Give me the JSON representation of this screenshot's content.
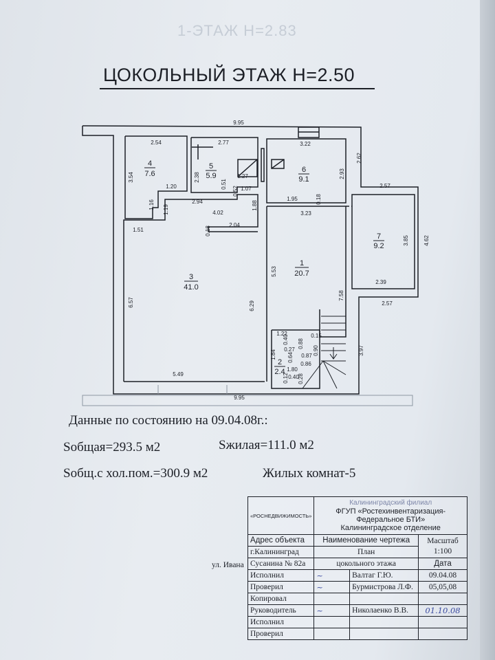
{
  "ghost_heading": "1-ЭТАЖ Н=2.83",
  "title": "ЦОКОЛЬНЫЙ ЭТАЖ  Н=2.50",
  "plan": {
    "rooms": [
      {
        "num": "4",
        "area": "7.6"
      },
      {
        "num": "5",
        "area": "5.9"
      },
      {
        "num": "6",
        "area": "9.1"
      },
      {
        "num": "7",
        "area": "9.2"
      },
      {
        "num": "3",
        "area": "41.0"
      },
      {
        "num": "1",
        "area": "20.7"
      },
      {
        "num": "2",
        "area": "2.4"
      }
    ],
    "dims": [
      "9.95",
      "2.54",
      "2.77",
      "3.22",
      "2.62",
      "3.54",
      "2.38",
      "1.27",
      "2.93",
      "1.20",
      "0.51",
      "0.52",
      "1.07",
      "2.94",
      "1.16",
      "1.19",
      "4.02",
      "1.88",
      "1.95",
      "0.18",
      "3.23",
      "2.57",
      "3.85",
      "4.62",
      "1.51",
      "0.18",
      "2.04",
      "6.57",
      "5.53",
      "2.39",
      "7.58",
      "2.57",
      "6.29",
      "3.97",
      "5.49",
      "9.95",
      "1.22",
      "0.40",
      "0.88",
      "0.15",
      "0.27",
      "0.90",
      "0.87",
      "1.84",
      "0.64",
      "0.86",
      "1.80",
      "0.12",
      "0.40",
      "0.28"
    ]
  },
  "stats": {
    "date_line": "Данные по состоянию на 09.04.08г.:",
    "total_area": "Sобщая=293.5 м2",
    "living_area": "Sжилая=111.0 м2",
    "total_with_cold": "Sобщ.с хол.пом.=300.9 м2",
    "living_rooms": "Жилых комнат-5"
  },
  "title_block": {
    "org_left": "«РОСНЕДВИЖИМОСТЬ»",
    "branch": "Калининградский филиал",
    "org_line1": "ФГУП «Ростехинвентаризация-",
    "org_line2": "Федеральное БТИ»",
    "org_line3": "Калининградское отделение",
    "address_label": "Адрес объекта",
    "drawing_name_label": "Наименование чертежа",
    "scale_label": "Масштаб",
    "scale_value": "1:100",
    "city": "г.Калининград",
    "drawing_name_1": "План",
    "street_prefix": "ул. Ивана",
    "street": "Сусанина № 82а",
    "drawing_name_2": "цокольного этажа",
    "date_label": "Дата",
    "rows": [
      {
        "role": "Исполнил",
        "name": "Валтаг Г.Ю.",
        "date": "09.04.08"
      },
      {
        "role": "Проверил",
        "name": "Бурмистрова Л.Ф.",
        "date": "05,05,08"
      },
      {
        "role": "Копировал",
        "name": "",
        "date": ""
      },
      {
        "role": "Руководитель",
        "name": "Николаенко В.В.",
        "date": "01.10.08"
      },
      {
        "role": "Исполнил",
        "name": "",
        "date": ""
      },
      {
        "role": "Проверил",
        "name": "",
        "date": ""
      }
    ]
  }
}
